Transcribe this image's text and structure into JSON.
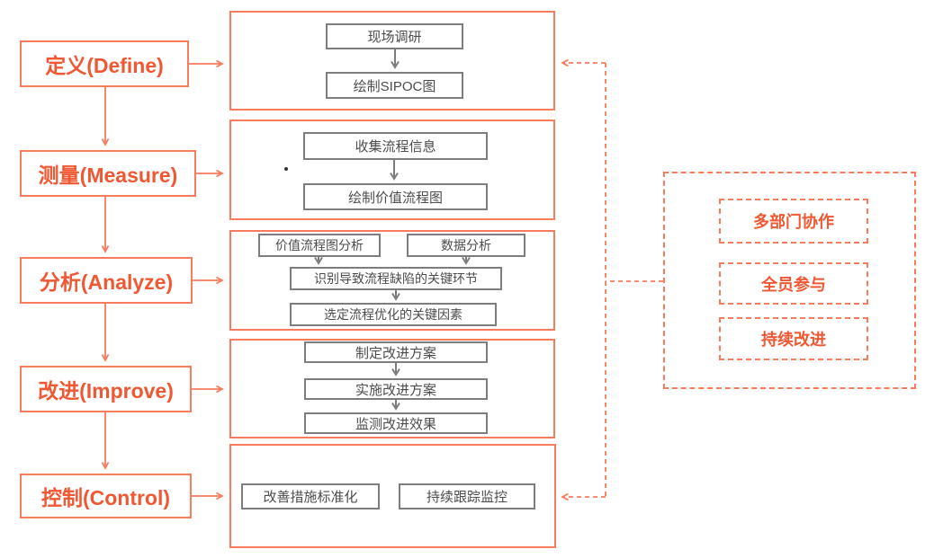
{
  "diagram": {
    "phases": [
      {
        "label": "定义(Define)",
        "steps": [
          "现场调研",
          "绘制SIPOC图"
        ]
      },
      {
        "label": "测量(Measure)",
        "steps": [
          "收集流程信息",
          "绘制价值流程图"
        ]
      },
      {
        "label": "分析(Analyze)",
        "steps": [
          "价值流程图分析",
          "数据分析",
          "识别导致流程缺陷的关键环节",
          "选定流程优化的关键因素"
        ]
      },
      {
        "label": "改进(Improve)",
        "steps": [
          "制定改进方案",
          "实施改进方案",
          "监测改进效果"
        ]
      },
      {
        "label": "控制(Control)",
        "steps": [
          "改善措施标准化",
          "持续跟踪监控"
        ]
      }
    ],
    "side_panel": {
      "items": [
        "多部门协作",
        "全员参与",
        "持续改进"
      ]
    },
    "colors": {
      "accent": "#f87b5c",
      "accent_text": "#ef5832",
      "gray_border": "#7d7d7d",
      "gray_text": "#4c4c4c"
    }
  }
}
